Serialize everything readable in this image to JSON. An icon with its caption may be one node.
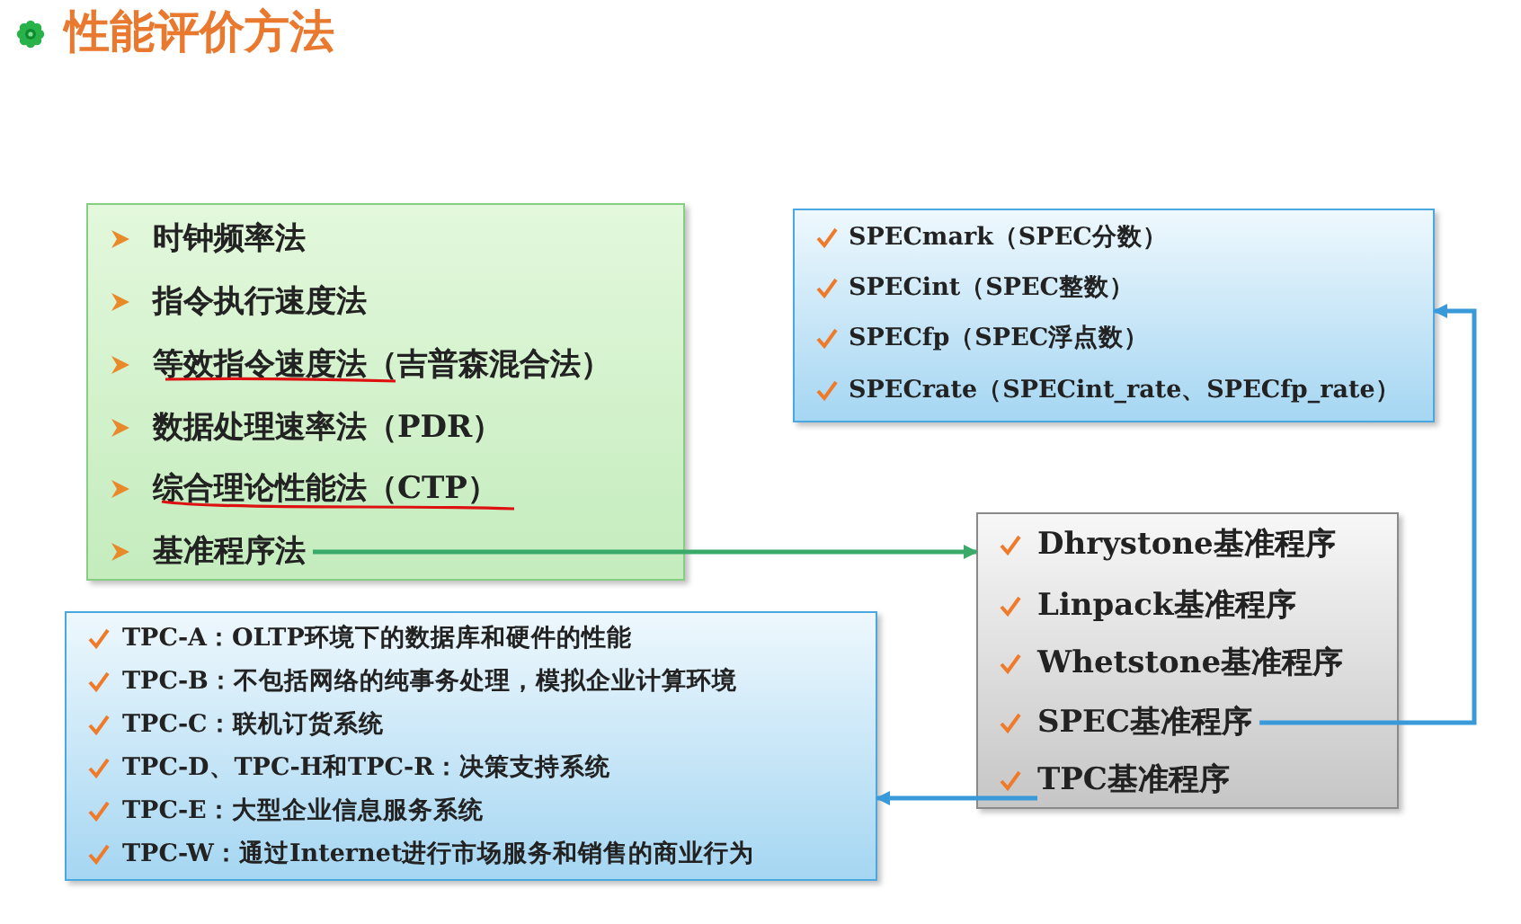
{
  "diagram": {
    "title": "性能评价方法",
    "nodes": [
      {
        "text": [],
        "shape": "box"
      },
      {
        "text": [
          "时钟频率法"
        ],
        "in": 0
      },
      {
        "text": [
          "指令执行速度法"
        ],
        "in": 0
      },
      {
        "text": [
          "等效指令速度法（吉普森混合法）"
        ],
        "in": 0
      },
      {
        "text": [
          "数据处理速率法（PDR）"
        ],
        "in": 0
      },
      {
        "text": [
          "综合理论性能法（CTP）"
        ],
        "in": 0
      },
      {
        "text": [
          "基准程序法"
        ],
        "in": 0
      },
      {
        "text": [],
        "shape": "box"
      },
      {
        "text": [
          "SPECmark（SPEC分数）"
        ],
        "in": 7
      },
      {
        "text": [
          "SPECint（SPEC整数）"
        ],
        "in": 7
      },
      {
        "text": [
          "SPECfp（SPEC浮点数）"
        ],
        "in": 7
      },
      {
        "text": [
          "SPECrate（SPECint_rate、SPECfp_rate）"
        ],
        "in": 7
      },
      {
        "text": [],
        "shape": "box"
      },
      {
        "text": [
          "Dhrystone基准程序"
        ],
        "in": 12
      },
      {
        "text": [
          "Linpack基准程序"
        ],
        "in": 12
      },
      {
        "text": [
          "Whetstone基准程序"
        ],
        "in": 12
      },
      {
        "text": [
          "SPEC基准程序"
        ],
        "in": 12
      },
      {
        "text": [
          "TPC基准程序"
        ],
        "in": 12
      },
      {
        "text": [],
        "shape": "box"
      },
      {
        "text": [
          "TPC-A：OLTP环境下的数据库和硬件的性能"
        ],
        "in": 18
      },
      {
        "text": [
          "TPC-B：不包括网络的纯事务处理，模拟企业计算环境"
        ],
        "in": 18
      },
      {
        "text": [
          "TPC-C：联机订货系统"
        ],
        "in": 18
      },
      {
        "text": [
          "TPC-D、TPC-H和TPC-R：决策支持系统"
        ],
        "in": 18
      },
      {
        "text": [
          "TPC-E：大型企业信息服务系统"
        ],
        "in": 18
      },
      {
        "text": [
          "TPC-W：通过Internet进行市场服务和销售的商业行为"
        ],
        "in": 18
      }
    ],
    "edges": [
      {
        "from": 6,
        "to": 12,
        "arrow": "to",
        "color": "#3aaa6a"
      },
      {
        "from": 16,
        "to": 7,
        "arrow": "to"
      },
      {
        "from": 17,
        "to": 18,
        "arrow": "to"
      }
    ]
  }
}
